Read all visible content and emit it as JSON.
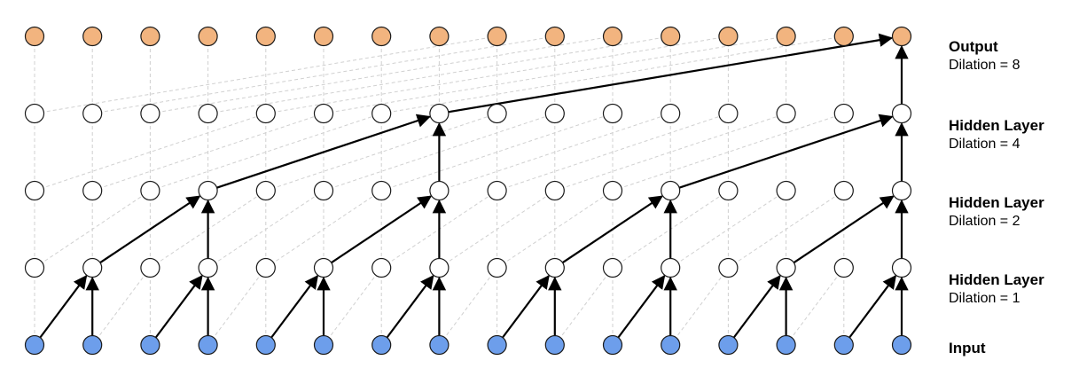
{
  "layers": [
    {
      "role": "output",
      "name": "Output",
      "sub": "Dilation = 8",
      "dilation": 8,
      "fill": "#f2b47f"
    },
    {
      "role": "hidden",
      "name": "Hidden Layer",
      "sub": "Dilation = 4",
      "dilation": 4,
      "fill": "#ffffff"
    },
    {
      "role": "hidden",
      "name": "Hidden Layer",
      "sub": "Dilation = 2",
      "dilation": 2,
      "fill": "#ffffff"
    },
    {
      "role": "hidden",
      "name": "Hidden Layer",
      "sub": "Dilation = 1",
      "dilation": 1,
      "fill": "#ffffff"
    },
    {
      "role": "input",
      "name": "Input",
      "sub": "",
      "dilation": 0,
      "fill": "#6d9eeb"
    }
  ],
  "nodes_per_layer": 16,
  "colors": {
    "output_node": "#f2b47f",
    "input_node": "#6d9eeb",
    "hidden_node": "#ffffff",
    "node_stroke": "#1a1a1a",
    "arrow": "#000000",
    "guide_lines": "#d0d0d0"
  }
}
